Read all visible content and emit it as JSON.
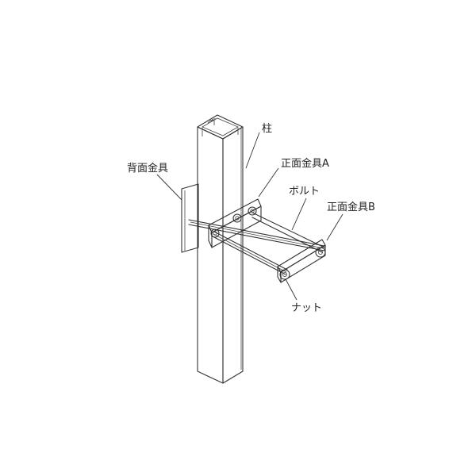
{
  "labels": {
    "pillar": "柱",
    "back_bracket": "背面金具",
    "front_bracket_a": "正面金具A",
    "bolt": "ボルト",
    "front_bracket_b": "正面金具B",
    "nut": "ナット"
  }
}
